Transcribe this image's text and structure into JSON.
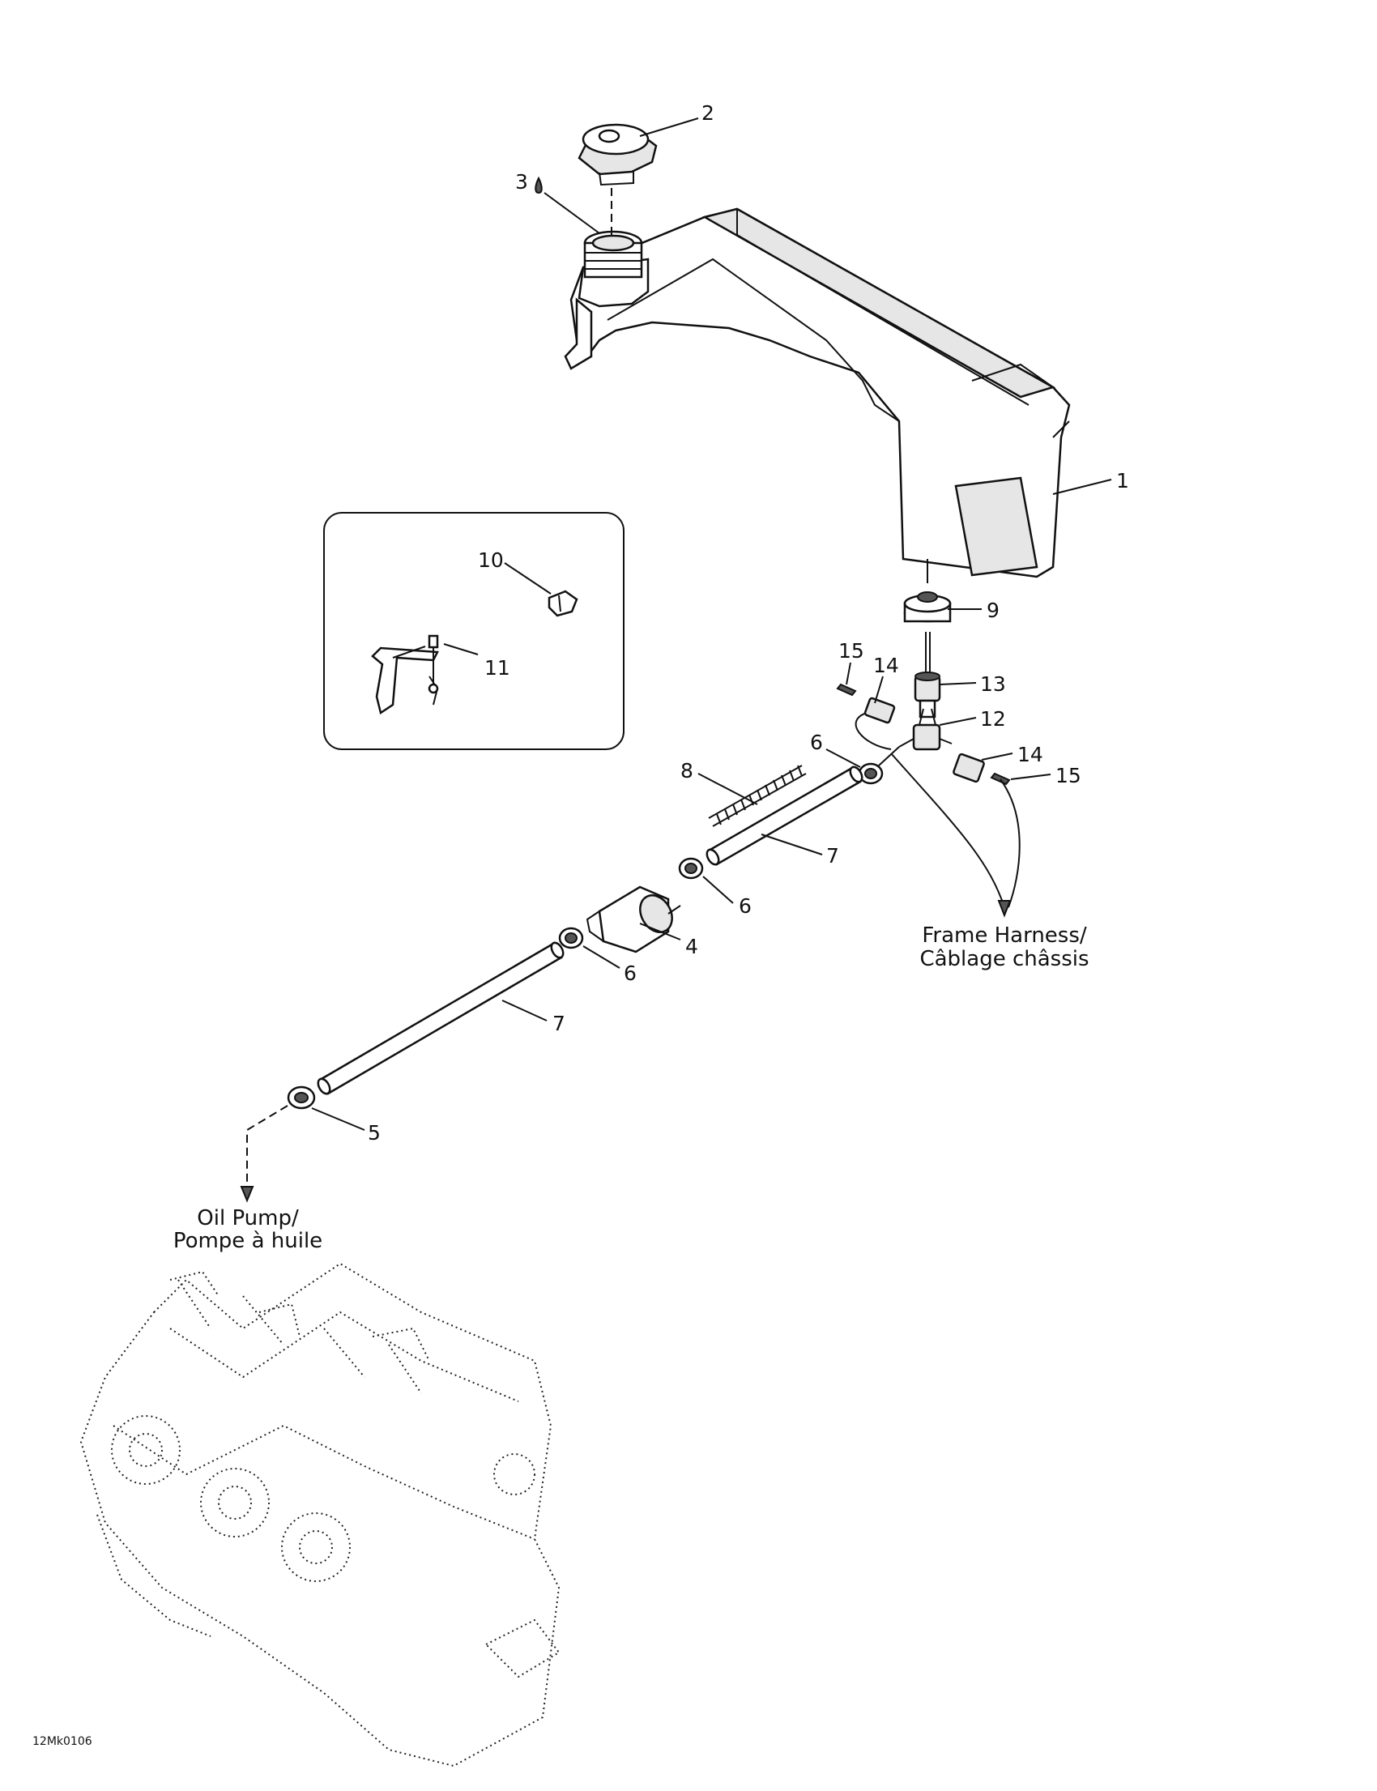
{
  "diagram": {
    "figure_id": "12Mk0106",
    "callouts": [
      {
        "id": "c1",
        "label": "1"
      },
      {
        "id": "c2",
        "label": "2"
      },
      {
        "id": "c3",
        "label": "3"
      },
      {
        "id": "c4",
        "label": "4"
      },
      {
        "id": "c5",
        "label": "5"
      },
      {
        "id": "c6a",
        "label": "6"
      },
      {
        "id": "c6b",
        "label": "6"
      },
      {
        "id": "c6c",
        "label": "6"
      },
      {
        "id": "c7a",
        "label": "7"
      },
      {
        "id": "c7b",
        "label": "7"
      },
      {
        "id": "c8",
        "label": "8"
      },
      {
        "id": "c9",
        "label": "9"
      },
      {
        "id": "c10",
        "label": "10"
      },
      {
        "id": "c11",
        "label": "11"
      },
      {
        "id": "c12",
        "label": "12"
      },
      {
        "id": "c13",
        "label": "13"
      },
      {
        "id": "c14a",
        "label": "14"
      },
      {
        "id": "c14b",
        "label": "14"
      },
      {
        "id": "c15a",
        "label": "15"
      },
      {
        "id": "c15b",
        "label": "15"
      }
    ],
    "frame_harness_label": [
      "Frame Harness/",
      "Câblage châssis"
    ],
    "oil_pump_label": [
      "Oil Pump/",
      "Pompe à huile"
    ]
  }
}
